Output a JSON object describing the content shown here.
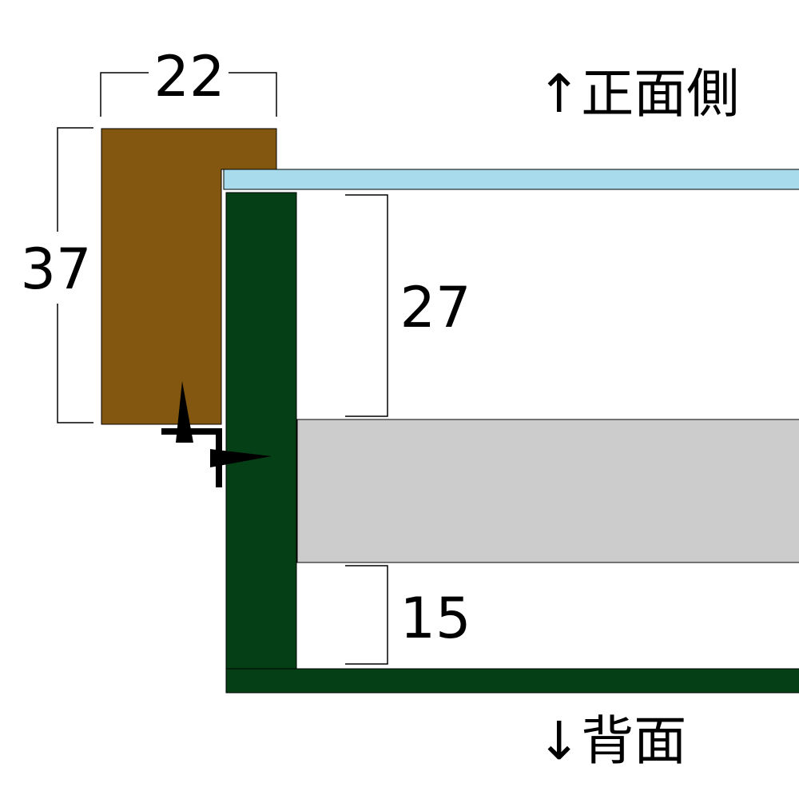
{
  "labels": {
    "front_side": "↑正面側",
    "back_side": "↓背面"
  },
  "dimensions": {
    "frame_width": "22",
    "frame_height": "37",
    "front_gap": "27",
    "back_gap": "15"
  },
  "colors": {
    "frame": "#835710",
    "glass": "#a8dcec",
    "backing": "#053f16",
    "panel": "#cccccc"
  }
}
